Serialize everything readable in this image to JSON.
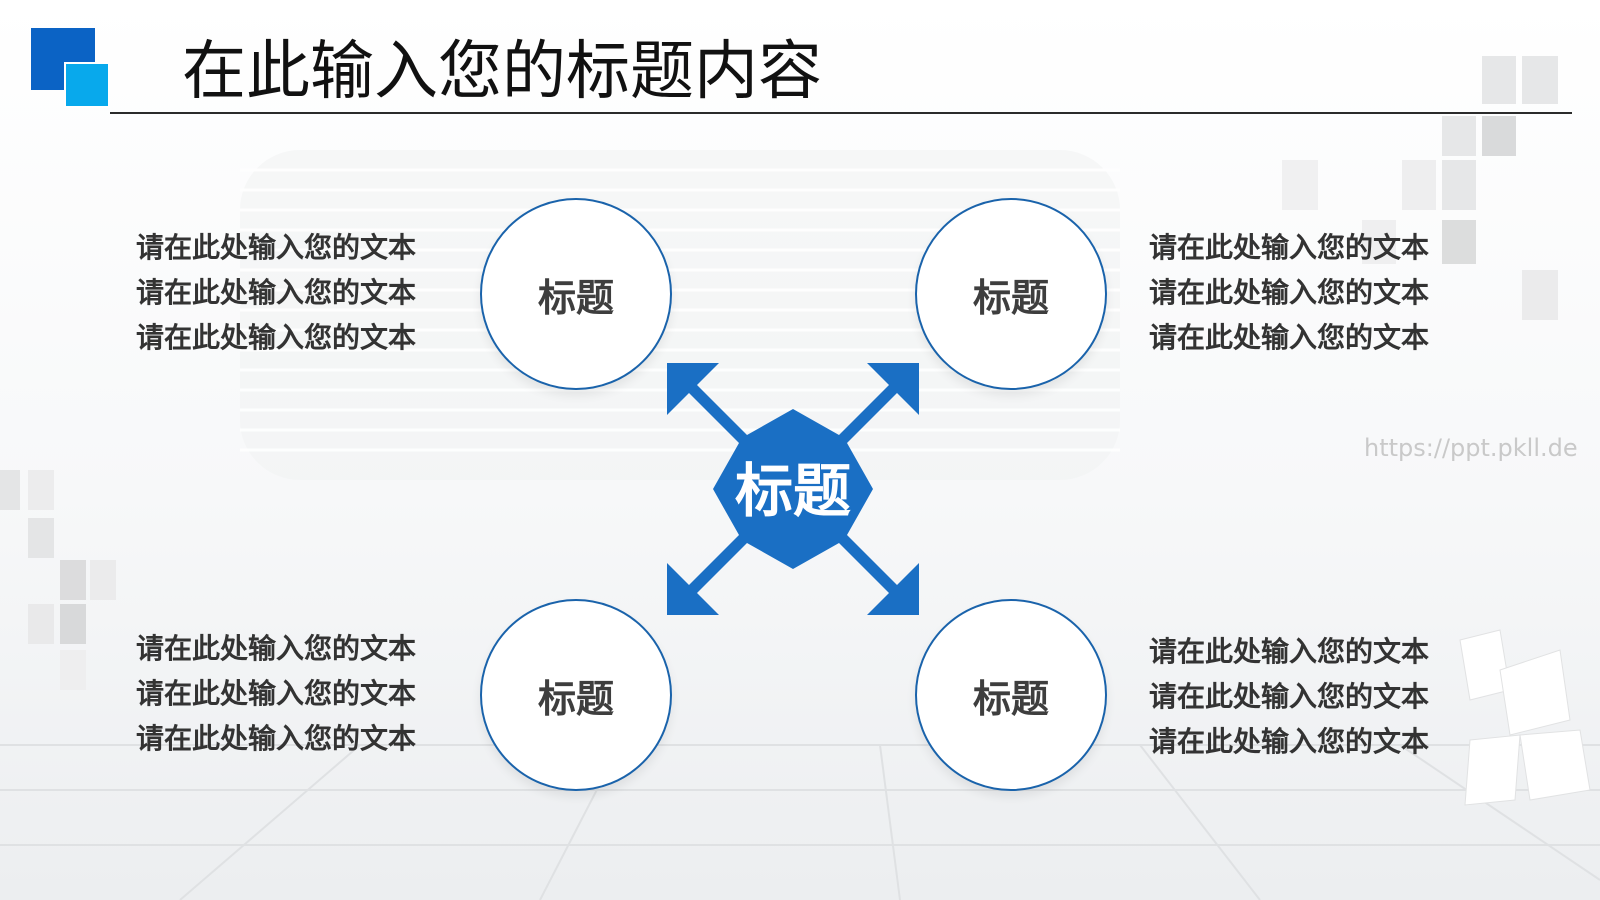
{
  "slide": {
    "title": "在此输入您的标题内容",
    "watermark": "https://ppt.pkll.de",
    "center_label": "标题",
    "circles": [
      {
        "label": "标题"
      },
      {
        "label": "标题"
      },
      {
        "label": "标题"
      },
      {
        "label": "标题"
      }
    ],
    "text_blocks": [
      {
        "lines": [
          "请在此处输入您的文本",
          "请在此处输入您的文本",
          "请在此处输入您的文本"
        ]
      },
      {
        "lines": [
          "请在此处输入您的文本",
          "请在此处输入您的文本",
          "请在此处输入您的文本"
        ]
      },
      {
        "lines": [
          "请在此处输入您的文本",
          "请在此处输入您的文本",
          "请在此处输入您的文本"
        ]
      },
      {
        "lines": [
          "请在此处输入您的文本",
          "请在此处输入您的文本",
          "请在此处输入您的文本"
        ]
      }
    ]
  },
  "colors": {
    "accent_blue": "#1a6fc4",
    "logo_dark_blue": "#0b63c5",
    "logo_light_blue": "#08a9ec",
    "circle_border": "#1a63ab",
    "text_dark": "#333333"
  }
}
